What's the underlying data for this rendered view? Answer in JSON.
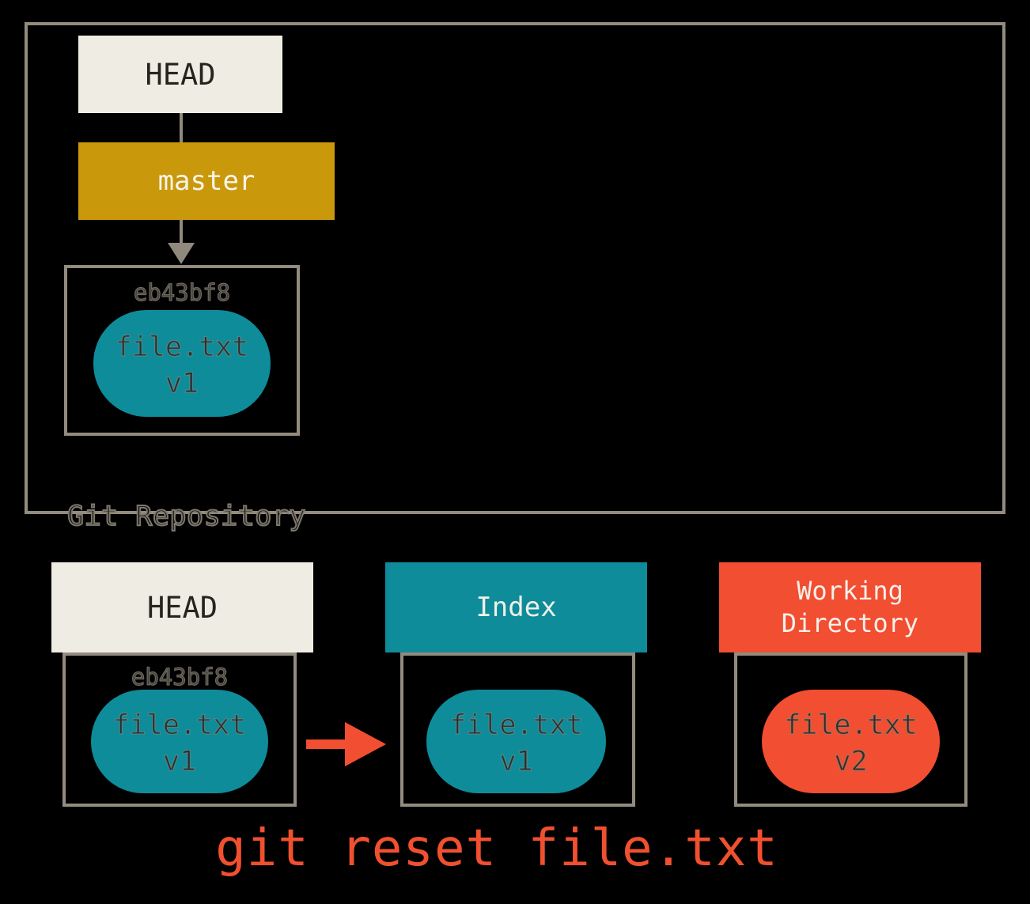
{
  "repository": {
    "label": "Git Repository",
    "head": {
      "label": "HEAD"
    },
    "branch": {
      "label": "master"
    },
    "commit": {
      "id": "eb43bf8",
      "blob": {
        "line1": "file.txt",
        "line2": "v1"
      }
    }
  },
  "areas": {
    "head": {
      "title": "HEAD",
      "commit_id": "eb43bf8",
      "blob": {
        "line1": "file.txt",
        "line2": "v1"
      }
    },
    "index": {
      "title": "Index",
      "blob": {
        "line1": "file.txt",
        "line2": "v1"
      }
    },
    "working_directory": {
      "title_line1": "Working",
      "title_line2": "Directory",
      "blob": {
        "line1": "file.txt",
        "line2": "v2"
      }
    }
  },
  "caption": "git reset file.txt",
  "colors": {
    "background": "#000000",
    "border_taupe": "#938B7F",
    "connector_gray": "#8F897E",
    "cream": "#EFEDE3",
    "gold": "#C9990B",
    "teal": "#0E8C99",
    "orange_red": "#F14E32",
    "caption_text": "#F1502F",
    "commit_id_text": "#6f6a60"
  }
}
